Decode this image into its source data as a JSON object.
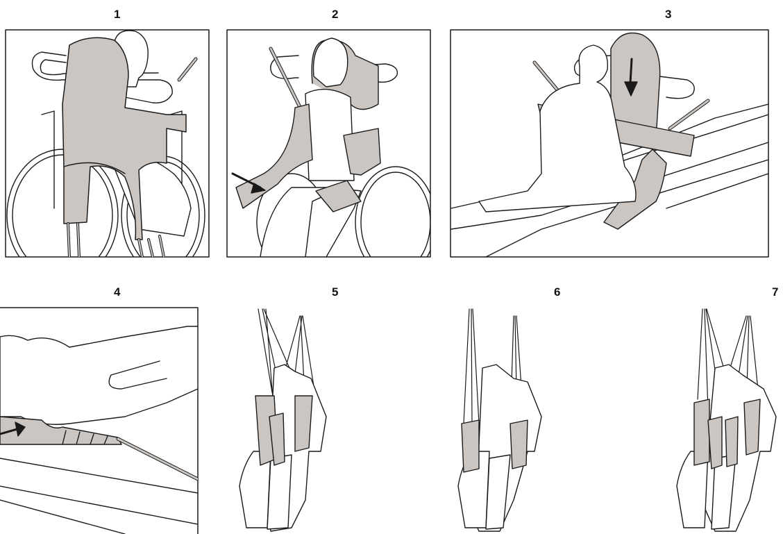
{
  "figure": {
    "steps": [
      {
        "number": "1"
      },
      {
        "number": "2"
      },
      {
        "number": "3"
      },
      {
        "number": "4"
      },
      {
        "number": "5"
      },
      {
        "number": "6"
      },
      {
        "number": "7"
      }
    ],
    "colors": {
      "sling": "#cbc6c2",
      "sling_dark": "#b9b3ae",
      "line": "#1a1a1a",
      "body": "#ffffff"
    }
  }
}
